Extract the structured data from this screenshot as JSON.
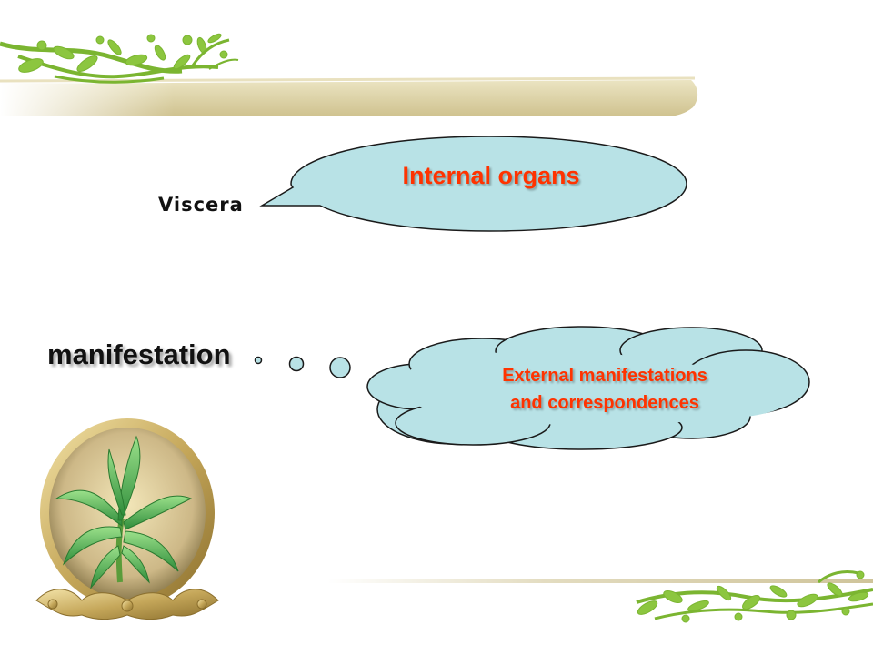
{
  "slide": {
    "terms": {
      "viscera": "Viscera",
      "manifestation": "manifestation"
    },
    "speech_bubble": {
      "text": "Internal organs"
    },
    "thought_bubble": {
      "line1": "External manifestations",
      "line2": "and correspondences"
    }
  },
  "colors": {
    "bubble_fill": "#b8e2e6",
    "bubble_text": "#ff3300",
    "term_text": "#111111",
    "vine_green": "#8cc63f",
    "header_band": "#d9cfa3",
    "frame_gold": "#c5a75a"
  },
  "icons": {
    "header_decoration": "floral-vine-icon",
    "footer_decoration": "floral-vine-icon",
    "plant_image": "plant-seedling-icon"
  }
}
